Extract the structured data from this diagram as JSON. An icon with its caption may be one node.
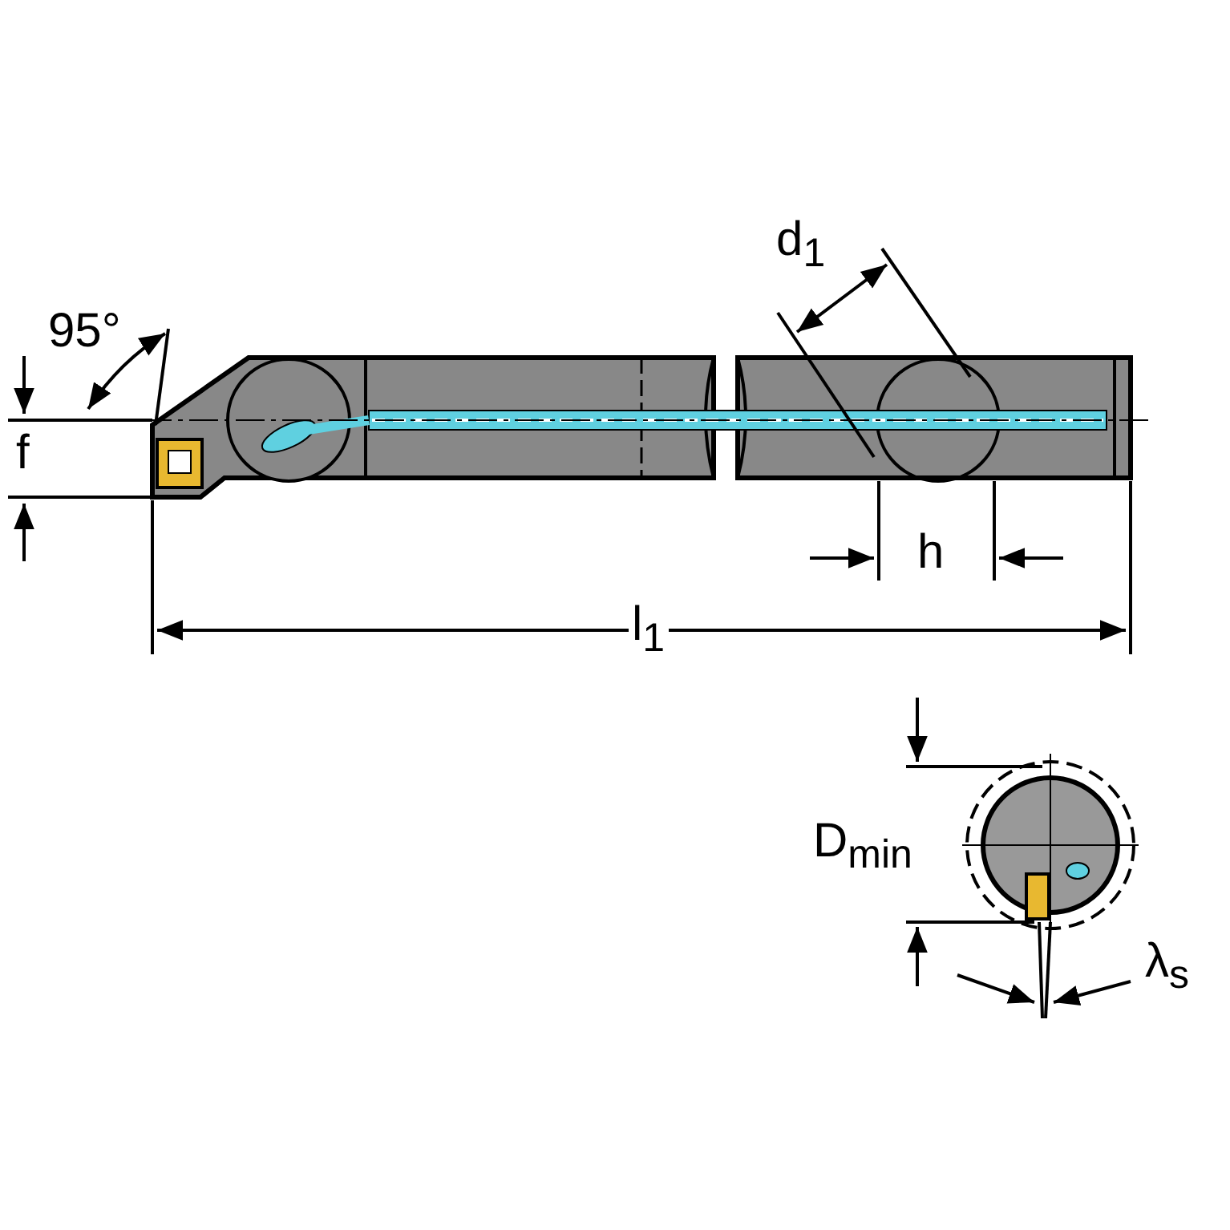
{
  "diagram": {
    "labels": [
      "95°",
      "f",
      "d$_{1}$",
      "h",
      "l$_{1}$",
      "D$_{min}$",
      "λ$_{s}$"
    ]
  }
}
